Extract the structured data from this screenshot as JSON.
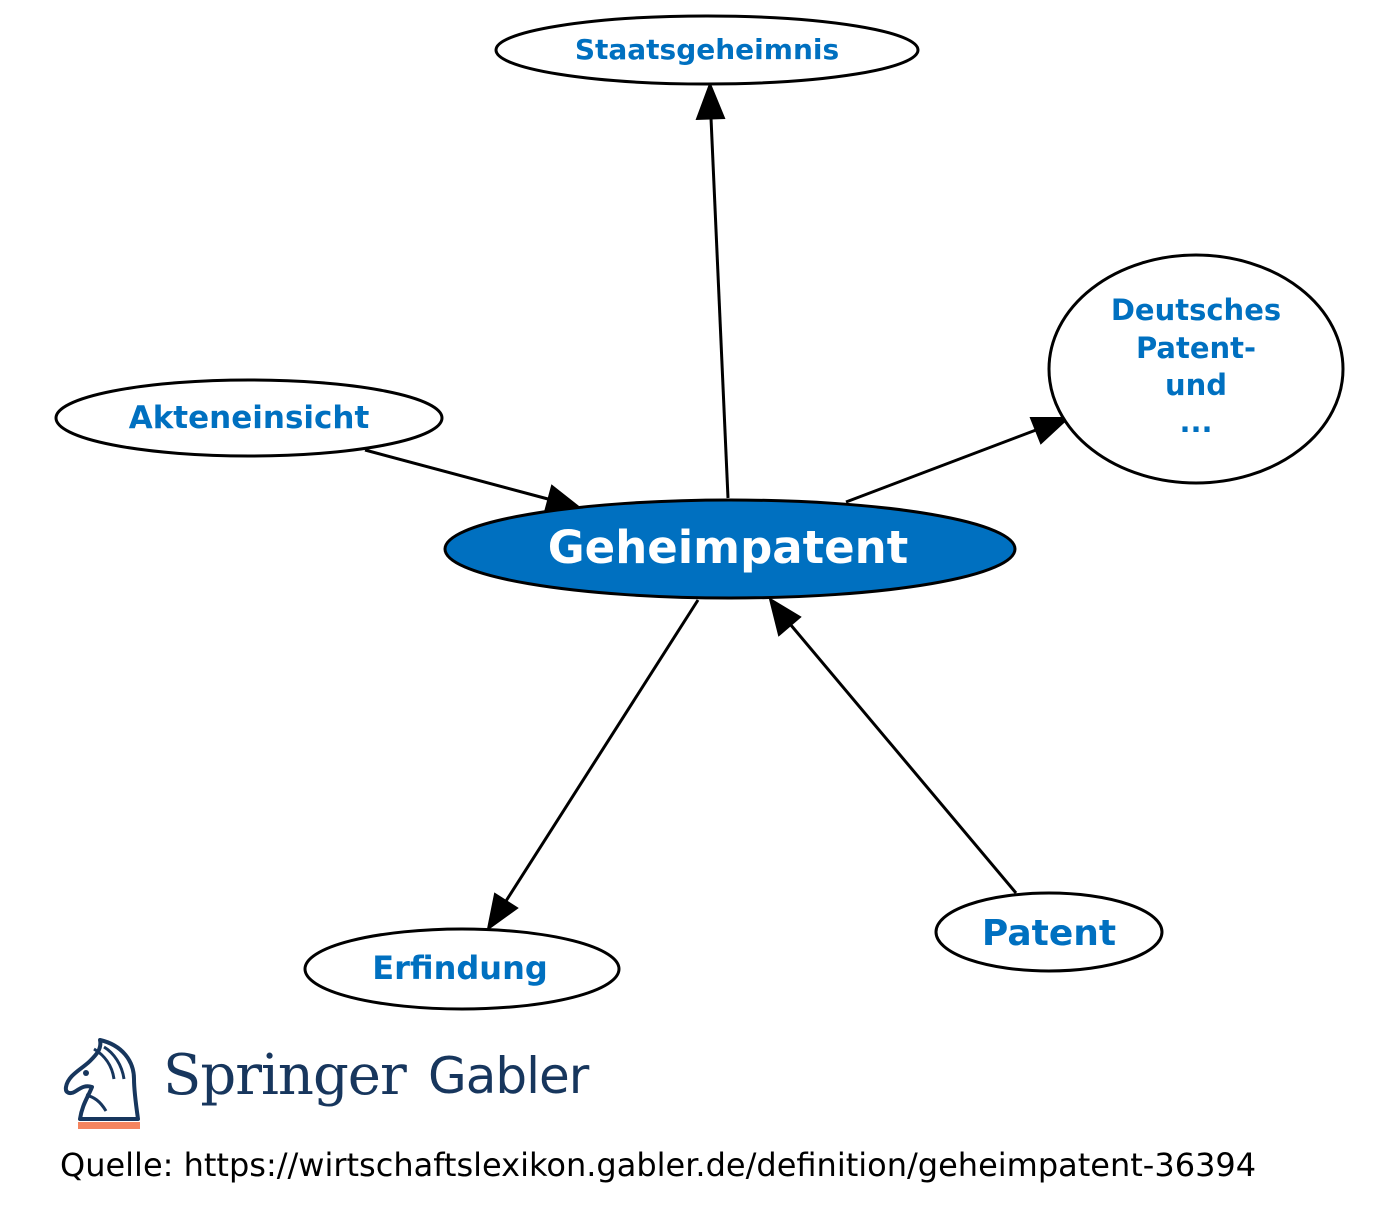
{
  "diagram": {
    "center": "Geheimpatent",
    "nodes": {
      "staatsgeheimnis": "Staatsgeheimnis",
      "akteneinsicht": "Akteneinsicht",
      "deutsches": {
        "line1": "Deutsches",
        "line2": "Patent-",
        "line3": "und",
        "line4": "..."
      },
      "erfindung": "Erfindung",
      "patent": "Patent"
    },
    "edges": [
      {
        "from": "Geheimpatent",
        "to": "Staatsgeheimnis"
      },
      {
        "from": "Akteneinsicht",
        "to": "Geheimpatent"
      },
      {
        "from": "Geheimpatent",
        "to": "Deutsches Patent- und ..."
      },
      {
        "from": "Geheimpatent",
        "to": "Erfindung"
      },
      {
        "from": "Patent",
        "to": "Geheimpatent"
      }
    ],
    "colors": {
      "center_fill": "#0070c0",
      "label_text": "#0070c0",
      "logo_text": "#17365d",
      "logo_accent": "#f4845f"
    }
  },
  "logo": {
    "springer": "Springer",
    "gabler": "Gabler"
  },
  "source": "Quelle: https://wirtschaftslexikon.gabler.de/definition/geheimpatent-36394"
}
